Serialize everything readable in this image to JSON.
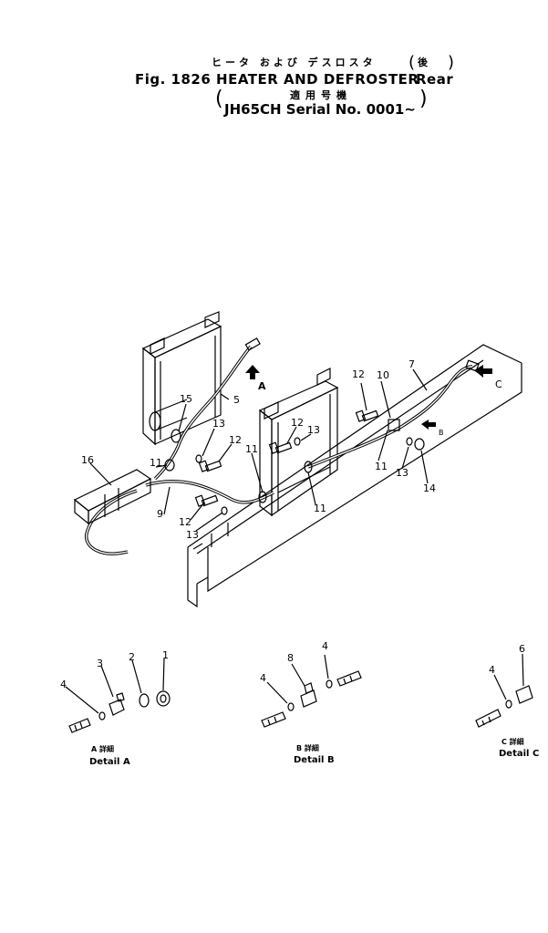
{
  "title": {
    "jp_line1": "ヒータ および デスロスタ",
    "jp_rear": "後",
    "main": "Fig. 1826 HEATER AND DEFROSTER",
    "rear": "Rear",
    "jp_applicable": "適用号機",
    "serial": "JH65CH  Serial  No. 0001~"
  },
  "view_arrows": {
    "a": "A",
    "b": "B",
    "c": "C"
  },
  "part_numbers": {
    "p1": "1",
    "p2": "2",
    "p3": "3",
    "p4a": "4",
    "p4b": "4",
    "p4c": "4",
    "p4d": "4",
    "p5": "5",
    "p6": "6",
    "p7": "7",
    "p8": "8",
    "p9": "9",
    "p10": "10",
    "p11a": "11",
    "p11b": "11",
    "p11c": "11",
    "p11d": "11",
    "p12a": "12",
    "p12b": "12",
    "p12c": "12",
    "p12d": "12",
    "p13a": "13",
    "p13b": "13",
    "p13c": "13",
    "p13d": "13",
    "p14": "14",
    "p15": "15",
    "p16": "16"
  },
  "details": {
    "a_jp": "A 詳細",
    "a": "Detail A",
    "b_jp": "B 詳細",
    "b": "Detail B",
    "c_jp": "C 詳細",
    "c": "Detail C"
  }
}
